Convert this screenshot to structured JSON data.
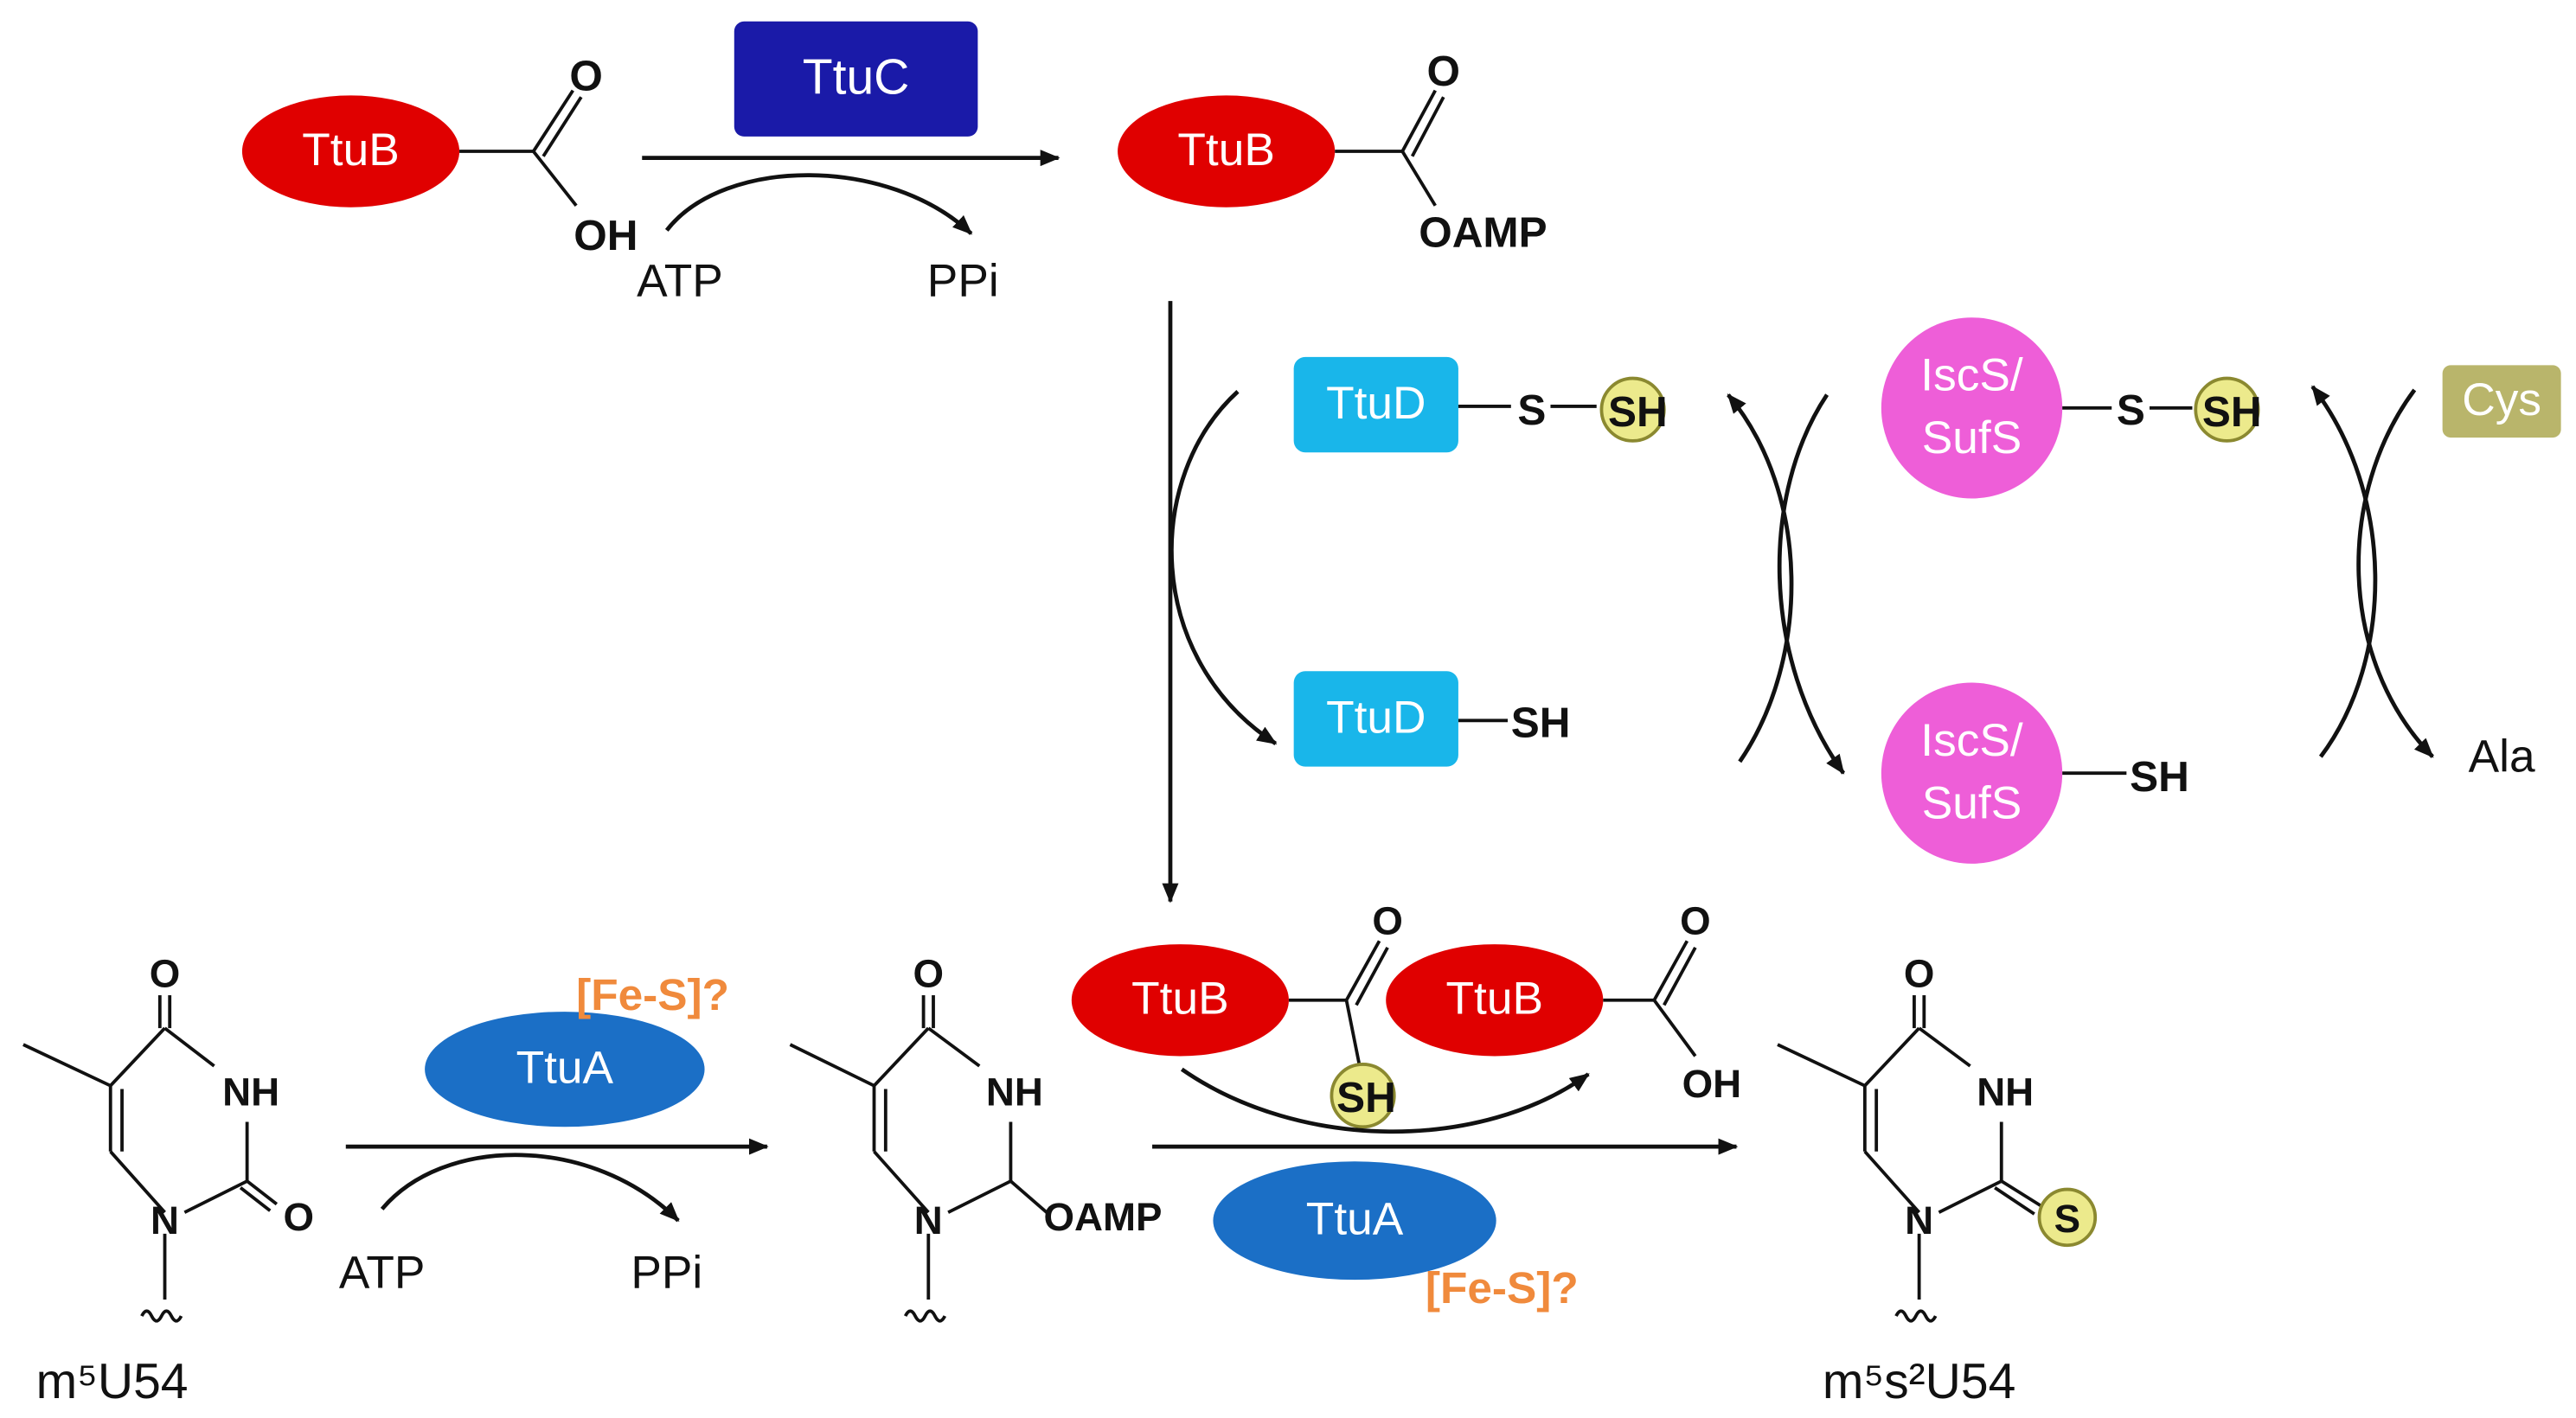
{
  "enzymes": {
    "ttuB": "TtuB",
    "ttuC": "TtuC",
    "ttuD": "TtuD",
    "ttuA": "TtuA",
    "iscS_line1": "IscS/",
    "iscS_line2": "SufS",
    "cys": "Cys"
  },
  "chem": {
    "oh": "OH",
    "o": "O",
    "oamp": "OAMP",
    "s": "S",
    "sh": "SH",
    "nh": "NH",
    "n": "N",
    "fes": "[Fe-S]?"
  },
  "small_molecules": {
    "atp": "ATP",
    "ppi": "PPi",
    "ala": "Ala"
  },
  "compounds": {
    "substrate": "m⁵U54",
    "product": "m⁵s²U54"
  },
  "colors": {
    "ttuB": "#e00000",
    "ttuC": "#1a1aa8",
    "ttuD": "#19b6ea",
    "ttuA": "#1b6fc6",
    "iscS": "#ee5ed8",
    "cys": "#b9b56b",
    "fes": "#f08a3c",
    "sulfur": "#ecea8c"
  }
}
